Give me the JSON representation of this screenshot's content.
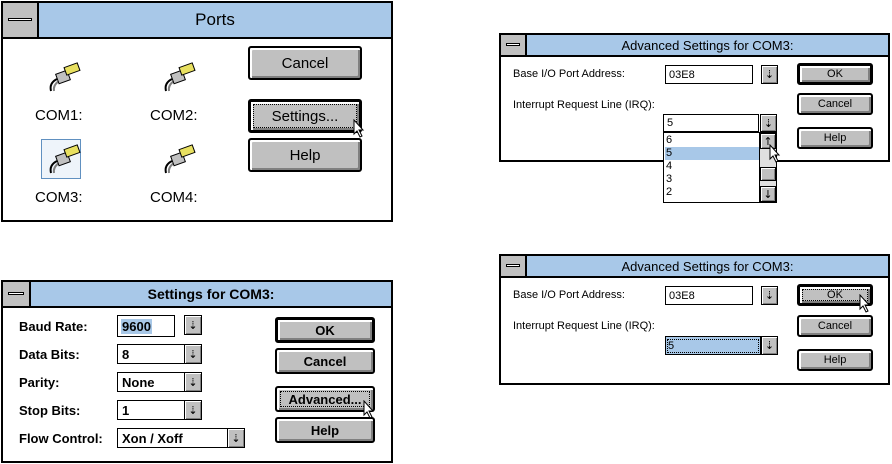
{
  "ports": {
    "title": "Ports",
    "ports": [
      {
        "label": "COM1:",
        "selected": false
      },
      {
        "label": "COM2:",
        "selected": false
      },
      {
        "label": "COM3:",
        "selected": true
      },
      {
        "label": "COM4:",
        "selected": false
      }
    ],
    "cancel": "Cancel",
    "settings": "Settings...",
    "help": "Help",
    "connector_icon": "serial-connector-icon"
  },
  "settings": {
    "title": "Settings for COM3:",
    "baud_rate": {
      "label": "Baud Rate:",
      "value": "9600"
    },
    "data_bits": {
      "label": "Data Bits:",
      "value": "8"
    },
    "parity": {
      "label": "Parity:",
      "value": "None"
    },
    "stop_bits": {
      "label": "Stop Bits:",
      "value": "1"
    },
    "flow_control": {
      "label": "Flow Control:",
      "value": "Xon / Xoff"
    },
    "ok": "OK",
    "cancel": "Cancel",
    "advanced": "Advanced...",
    "help": "Help"
  },
  "advanced_open": {
    "title": "Advanced Settings for COM3:",
    "base_io_label": "Base I/O Port Address:",
    "base_io_value": "03E8",
    "irq_label": "Interrupt Request Line (IRQ):",
    "irq_value": "5",
    "irq_options": [
      "6",
      "5",
      "4",
      "3",
      "2"
    ],
    "irq_highlighted": "5",
    "ok": "OK",
    "cancel": "Cancel",
    "help": "Help"
  },
  "advanced_closed": {
    "title": "Advanced Settings for COM3:",
    "base_io_label": "Base I/O Port Address:",
    "base_io_value": "03E8",
    "irq_label": "Interrupt Request Line (IRQ):",
    "irq_value": "5",
    "ok": "OK",
    "cancel": "Cancel",
    "help": "Help"
  },
  "colors": {
    "titlebar": "#a8c8e8",
    "button_face": "#c0c0c0",
    "selection": "#a8c8e8"
  }
}
